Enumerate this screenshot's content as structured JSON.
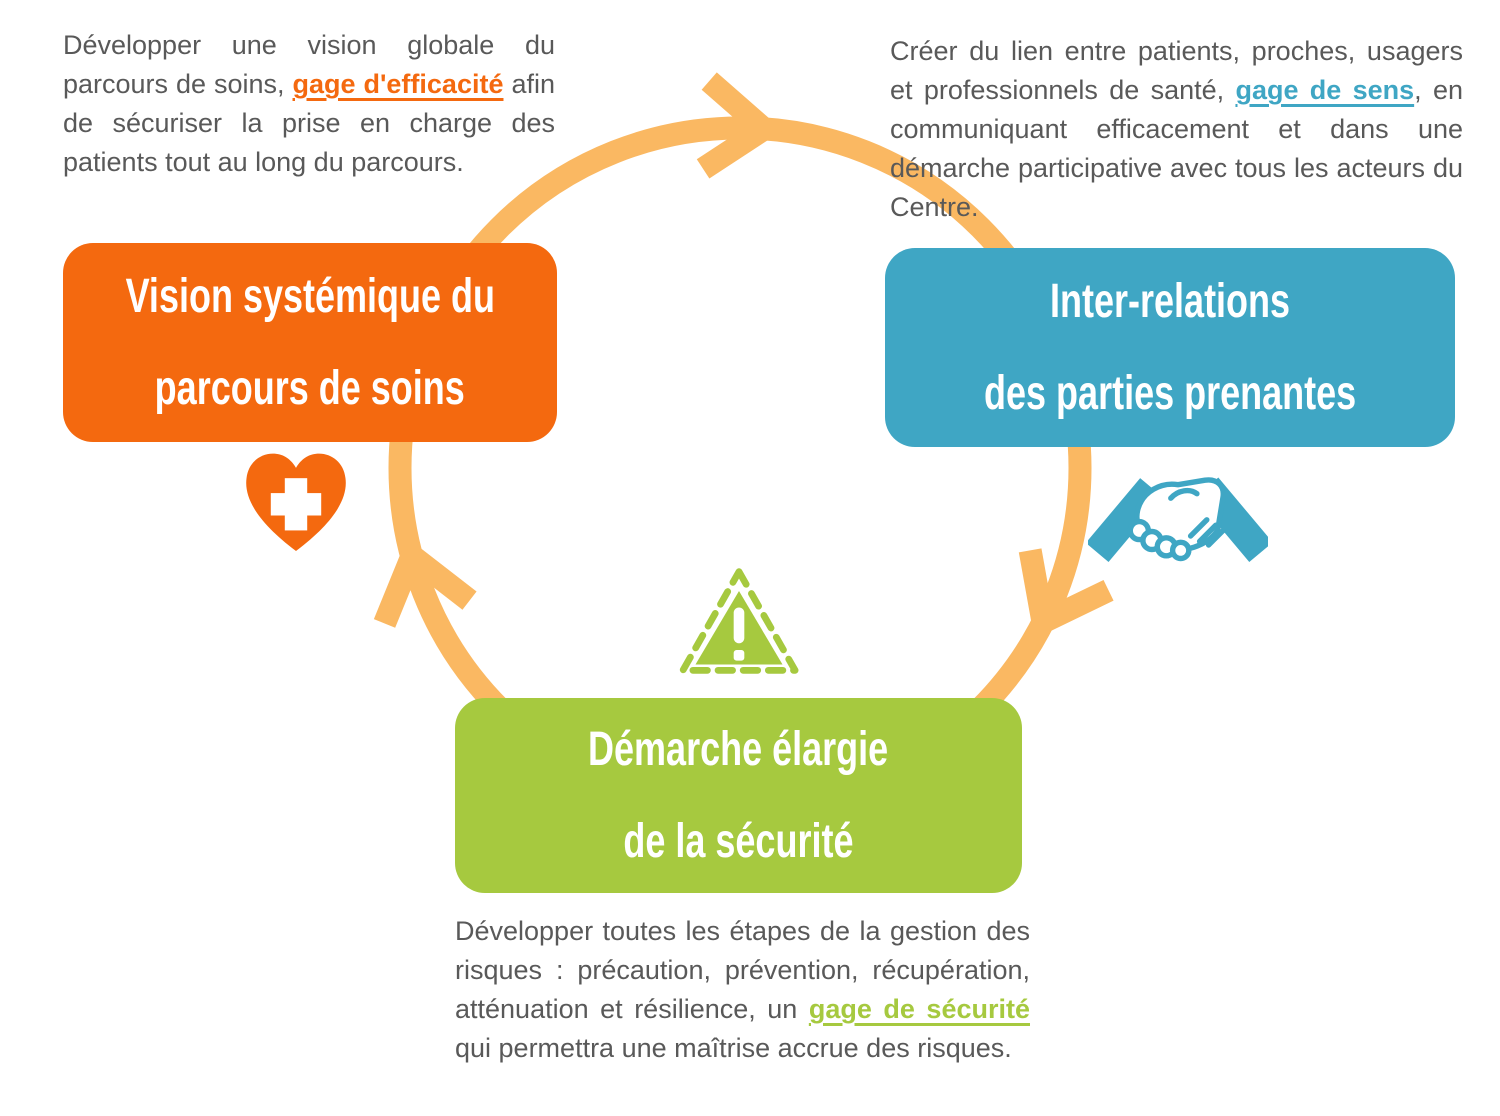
{
  "colors": {
    "orange": "#F4690F",
    "blue": "#3FA6C4",
    "green": "#A6C93F",
    "arrow": "#FAB862",
    "body_text": "#595959"
  },
  "cycle": {
    "icon": "circular-cycle-arrow",
    "direction": "clockwise",
    "arrowheads": 3
  },
  "sections": {
    "vision": {
      "title_line1": "Vision systémique du",
      "title_line2": "parcours de soins",
      "icon": "heart-medical-cross-icon",
      "para_before": "Développer une vision globale du parcours de soins, ",
      "para_link": "gage d'efficacité",
      "para_after": " afin de sécuriser la prise en charge des patients tout au long du parcours."
    },
    "relations": {
      "title_line1": "Inter-relations",
      "title_line2": "des parties prenantes",
      "icon": "handshake-icon",
      "para_before": "Créer du lien entre patients, proches, usagers et professionnels de santé, ",
      "para_link": "gage de sens",
      "para_after": ", en communiquant efficacement et dans une démarche participative avec tous les acteurs du Centre."
    },
    "securite": {
      "title_line1": "Démarche élargie",
      "title_line2": "de la sécurité",
      "icon": "warning-triangle-icon",
      "para_before": "Développer toutes les étapes de la gestion des risques : précaution, prévention, récupération, atténuation et résilience, un ",
      "para_link": "gage de sécurité",
      "para_after": " qui permettra une maîtrise accrue des risques."
    }
  }
}
